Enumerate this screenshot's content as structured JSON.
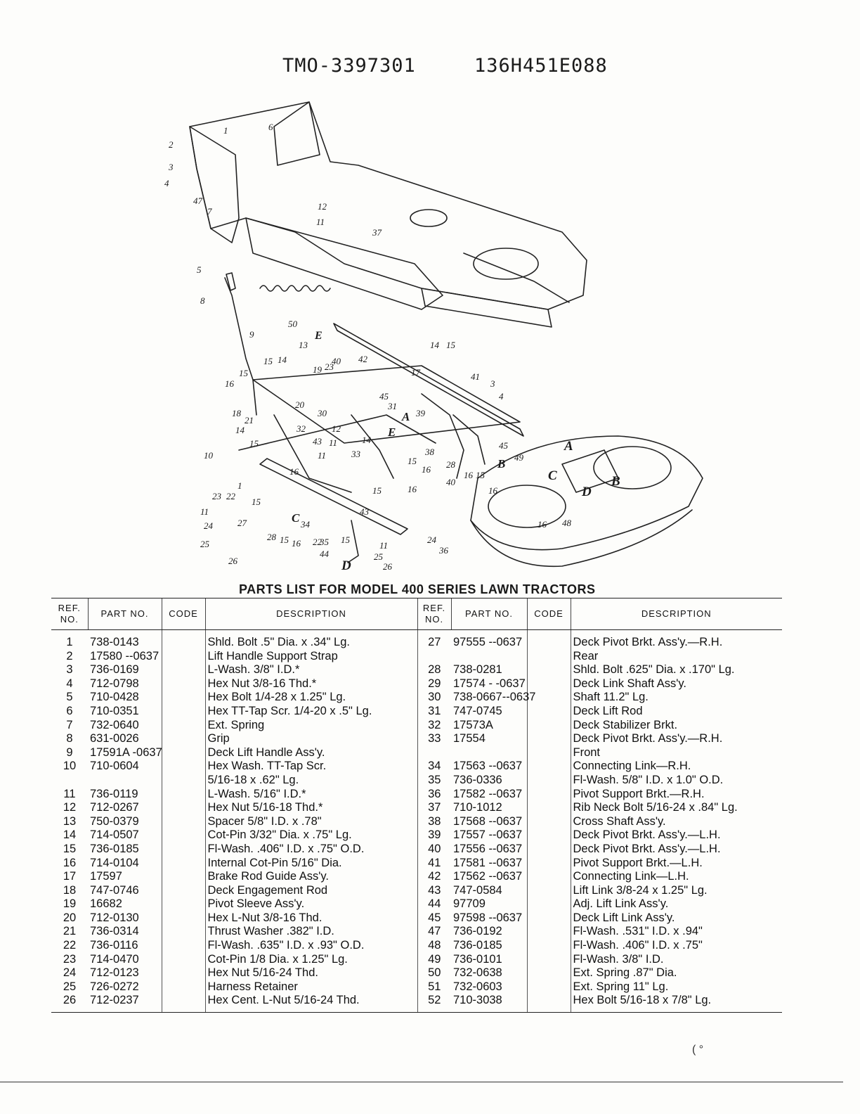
{
  "header": {
    "code_left": "TMO-3397301",
    "code_right": "136H451E088"
  },
  "diagram": {
    "callouts": [
      "1",
      "2",
      "3",
      "4",
      "47",
      "6",
      "7",
      "12",
      "11",
      "37",
      "5",
      "8",
      "9",
      "50",
      "E",
      "13",
      "15",
      "14",
      "42",
      "14",
      "15",
      "16",
      "15",
      "19",
      "23",
      "40",
      "17",
      "18",
      "20",
      "45",
      "31",
      "3",
      "4",
      "21",
      "30",
      "A",
      "E",
      "39",
      "14",
      "12",
      "11",
      "41",
      "15",
      "32",
      "43",
      "11",
      "14",
      "38",
      "33",
      "10",
      "15",
      "16",
      "28",
      "16",
      "15",
      "B",
      "49",
      "40",
      "45",
      "23",
      "22",
      "1",
      "16",
      "15",
      "11",
      "24",
      "27",
      "C",
      "34",
      "15",
      "16",
      "35",
      "15",
      "43",
      "36",
      "25",
      "26",
      "28",
      "15",
      "16",
      "22",
      "44",
      "D",
      "11",
      "25",
      "24",
      "26",
      "A",
      "B",
      "C",
      "D",
      "16",
      "16",
      "48"
    ]
  },
  "parts_title": "PARTS LIST FOR MODEL 400 SERIES LAWN TRACTORS",
  "table": {
    "headers": {
      "ref": "REF. NO.",
      "part": "PART NO.",
      "code": "CODE",
      "desc": "DESCRIPTION"
    },
    "left": [
      {
        "ref": "1",
        "part": "738-0143",
        "code": "",
        "desc": "Shld. Bolt .5\" Dia. x .34\" Lg."
      },
      {
        "ref": "2",
        "part": "17580 --0637",
        "code": "",
        "desc": "Lift Handle Support Strap"
      },
      {
        "ref": "3",
        "part": "736-0169",
        "code": "",
        "desc": "L-Wash. 3/8\" I.D.*"
      },
      {
        "ref": "4",
        "part": "712-0798",
        "code": "",
        "desc": "Hex Nut 3/8-16 Thd.*"
      },
      {
        "ref": "5",
        "part": "710-0428",
        "code": "",
        "desc": "Hex Bolt 1/4-28 x 1.25\" Lg."
      },
      {
        "ref": "6",
        "part": "710-0351",
        "code": "",
        "desc": "Hex TT-Tap Scr. 1/4-20 x .5\" Lg."
      },
      {
        "ref": "7",
        "part": "732-0640",
        "code": "",
        "desc": "Ext. Spring"
      },
      {
        "ref": "8",
        "part": "631-0026",
        "code": "",
        "desc": "Grip"
      },
      {
        "ref": "9",
        "part": "17591A -0637",
        "code": "",
        "desc": "Deck Lift Handle Ass'y."
      },
      {
        "ref": "10",
        "part": "710-0604",
        "code": "",
        "desc": "Hex Wash. TT-Tap Scr."
      },
      {
        "ref": "",
        "part": "",
        "code": "",
        "desc": "5/16-18 x .62\" Lg."
      },
      {
        "ref": "11",
        "part": "736-0119",
        "code": "",
        "desc": "L-Wash. 5/16\" I.D.*"
      },
      {
        "ref": "12",
        "part": "712-0267",
        "code": "",
        "desc": "Hex Nut 5/16-18 Thd.*"
      },
      {
        "ref": "13",
        "part": "750-0379",
        "code": "",
        "desc": "Spacer 5/8\" I.D. x .78\""
      },
      {
        "ref": "14",
        "part": "714-0507",
        "code": "",
        "desc": "Cot-Pin 3/32\" Dia. x .75\" Lg."
      },
      {
        "ref": "15",
        "part": "736-0185",
        "code": "",
        "desc": "Fl-Wash. .406\" I.D. x .75\" O.D."
      },
      {
        "ref": "16",
        "part": "714-0104",
        "code": "",
        "desc": "Internal Cot-Pin 5/16\" Dia."
      },
      {
        "ref": "17",
        "part": "17597",
        "code": "",
        "desc": "Brake Rod Guide Ass'y."
      },
      {
        "ref": "18",
        "part": "747-0746",
        "code": "",
        "desc": "Deck Engagement Rod"
      },
      {
        "ref": "19",
        "part": "16682",
        "code": "",
        "desc": "Pivot Sleeve Ass'y."
      },
      {
        "ref": "20",
        "part": "712-0130",
        "code": "",
        "desc": "Hex L-Nut 3/8-16 Thd."
      },
      {
        "ref": "21",
        "part": "736-0314",
        "code": "",
        "desc": "Thrust Washer .382\" I.D."
      },
      {
        "ref": "22",
        "part": "736-0116",
        "code": "",
        "desc": "Fl-Wash. .635\" I.D. x .93\" O.D."
      },
      {
        "ref": "23",
        "part": "714-0470",
        "code": "",
        "desc": "Cot-Pin 1/8 Dia. x 1.25\" Lg."
      },
      {
        "ref": "24",
        "part": "712-0123",
        "code": "",
        "desc": "Hex Nut 5/16-24 Thd."
      },
      {
        "ref": "25",
        "part": "726-0272",
        "code": "",
        "desc": "Harness Retainer"
      },
      {
        "ref": "26",
        "part": "712-0237",
        "code": "",
        "desc": "Hex Cent. L-Nut 5/16-24 Thd."
      }
    ],
    "right": [
      {
        "ref": "27",
        "part": "97555 --0637",
        "code": "",
        "desc": "Deck Pivot Brkt. Ass'y.—R.H."
      },
      {
        "ref": "",
        "part": "",
        "code": "",
        "desc": "Rear"
      },
      {
        "ref": "28",
        "part": "738-0281",
        "code": "",
        "desc": "Shld. Bolt .625\" Dia. x .170\" Lg."
      },
      {
        "ref": "29",
        "part": "17574 - -0637",
        "code": "",
        "desc": "Deck Link Shaft Ass'y."
      },
      {
        "ref": "30",
        "part": "738-0667--0637",
        "code": "",
        "desc": "Shaft 11.2\" Lg."
      },
      {
        "ref": "31",
        "part": "747-0745",
        "code": "",
        "desc": "Deck Lift Rod"
      },
      {
        "ref": "32",
        "part": "17573A",
        "code": "",
        "desc": "Deck Stabilizer Brkt."
      },
      {
        "ref": "33",
        "part": "17554",
        "code": "",
        "desc": "Deck Pivot Brkt. Ass'y.—R.H."
      },
      {
        "ref": "",
        "part": "",
        "code": "",
        "desc": "Front"
      },
      {
        "ref": "34",
        "part": "17563 --0637",
        "code": "",
        "desc": "Connecting Link—R.H."
      },
      {
        "ref": "35",
        "part": "736-0336",
        "code": "",
        "desc": "Fl-Wash. 5/8\" I.D. x 1.0\" O.D."
      },
      {
        "ref": "36",
        "part": "17582 --0637",
        "code": "",
        "desc": "Pivot Support Brkt.—R.H."
      },
      {
        "ref": "37",
        "part": "710-1012",
        "code": "",
        "desc": "Rib Neck Bolt 5/16-24 x .84\" Lg."
      },
      {
        "ref": "38",
        "part": "17568 --0637",
        "code": "",
        "desc": "Cross Shaft Ass'y."
      },
      {
        "ref": "39",
        "part": "17557 --0637",
        "code": "",
        "desc": "Deck Pivot Brkt. Ass'y.—L.H."
      },
      {
        "ref": "40",
        "part": "17556 --0637",
        "code": "",
        "desc": "Deck Pivot Brkt. Ass'y.—L.H."
      },
      {
        "ref": "41",
        "part": "17581 --0637",
        "code": "",
        "desc": "Pivot Support Brkt.—L.H."
      },
      {
        "ref": "42",
        "part": "17562 --0637",
        "code": "",
        "desc": "Connecting Link—L.H."
      },
      {
        "ref": "43",
        "part": "747-0584",
        "code": "",
        "desc": "Lift Link 3/8-24 x 1.25\" Lg."
      },
      {
        "ref": "44",
        "part": "97709",
        "code": "",
        "desc": "Adj. Lift Link Ass'y."
      },
      {
        "ref": "45",
        "part": "97598 --0637",
        "code": "",
        "desc": "Deck Lift Link Ass'y."
      },
      {
        "ref": "47",
        "part": "736-0192",
        "code": "",
        "desc": "Fl-Wash. .531\" I.D. x .94\""
      },
      {
        "ref": "48",
        "part": "736-0185",
        "code": "",
        "desc": "Fl-Wash. .406\" I.D. x .75\""
      },
      {
        "ref": "49",
        "part": "736-0101",
        "code": "",
        "desc": "Fl-Wash. 3/8\" I.D."
      },
      {
        "ref": "50",
        "part": "732-0638",
        "code": "",
        "desc": "Ext. Spring .87\" Dia."
      },
      {
        "ref": "51",
        "part": "732-0603",
        "code": "",
        "desc": "Ext. Spring 11\" Lg."
      },
      {
        "ref": "52",
        "part": "710-3038",
        "code": "",
        "desc": "Hex Bolt 5/16-18 x 7/8\" Lg."
      }
    ]
  },
  "footer": {
    "page_mark": "( °"
  }
}
